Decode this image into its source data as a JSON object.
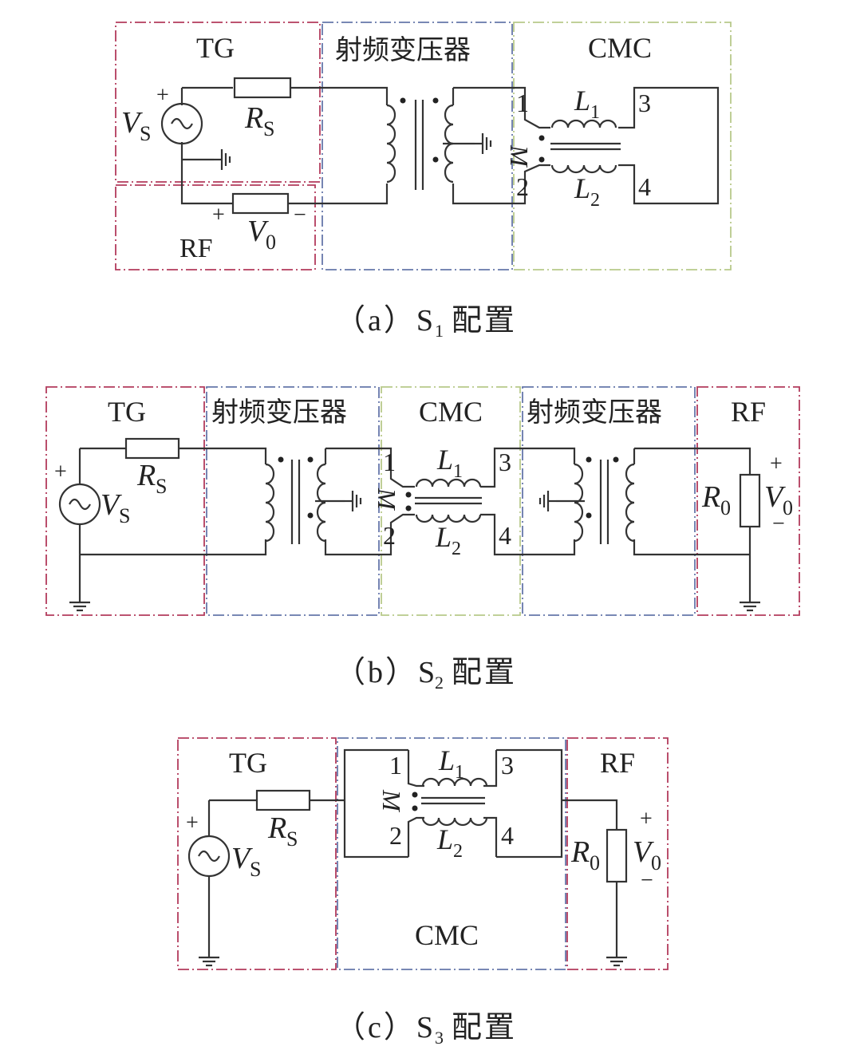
{
  "figure_a": {
    "label_tg": "TG",
    "label_transformer": "射频变压器",
    "label_cmc": "CMC",
    "label_rf": "RF",
    "label_vs": "V",
    "label_vs_sub": "S",
    "label_rs": "R",
    "label_rs_sub": "S",
    "label_v0": "V",
    "label_v0_sub": "0",
    "label_l1": "L",
    "label_l1_sub": "1",
    "label_l2": "L",
    "label_l2_sub": "2",
    "label_m": "M",
    "port_1": "1",
    "port_2": "2",
    "port_3": "3",
    "port_4": "4",
    "plus": "+",
    "minus": "−",
    "caption_prefix": "（a）S",
    "caption_sub": "1",
    "caption_suffix": "配置"
  },
  "figure_b": {
    "label_tg": "TG",
    "label_transformer_1": "射频变压器",
    "label_cmc": "CMC",
    "label_transformer_2": "射频变压器",
    "label_rf": "RF",
    "label_vs": "V",
    "label_vs_sub": "S",
    "label_rs": "R",
    "label_rs_sub": "S",
    "label_r0": "R",
    "label_r0_sub": "0",
    "label_v0": "V",
    "label_v0_sub": "0",
    "label_l1": "L",
    "label_l1_sub": "1",
    "label_l2": "L",
    "label_l2_sub": "2",
    "label_m": "M",
    "port_1": "1",
    "port_2": "2",
    "port_3": "3",
    "port_4": "4",
    "plus": "+",
    "minus": "−",
    "caption_prefix": "（b）S",
    "caption_sub": "2",
    "caption_suffix": "配置"
  },
  "figure_c": {
    "label_tg": "TG",
    "label_cmc": "CMC",
    "label_rf": "RF",
    "label_vs": "V",
    "label_vs_sub": "S",
    "label_rs": "R",
    "label_rs_sub": "S",
    "label_r0": "R",
    "label_r0_sub": "0",
    "label_v0": "V",
    "label_v0_sub": "0",
    "label_l1": "L",
    "label_l1_sub": "1",
    "label_l2": "L",
    "label_l2_sub": "2",
    "label_m": "M",
    "port_1": "1",
    "port_2": "2",
    "port_3": "3",
    "port_4": "4",
    "plus": "+",
    "minus": "−",
    "caption_prefix": "（c）S",
    "caption_sub": "3",
    "caption_suffix": "配置"
  },
  "colors": {
    "tg_rf_box": "#b23b5c",
    "transformer_box": "#6677aa",
    "cmc_box": "#b8c98a",
    "wire": "#333333"
  }
}
